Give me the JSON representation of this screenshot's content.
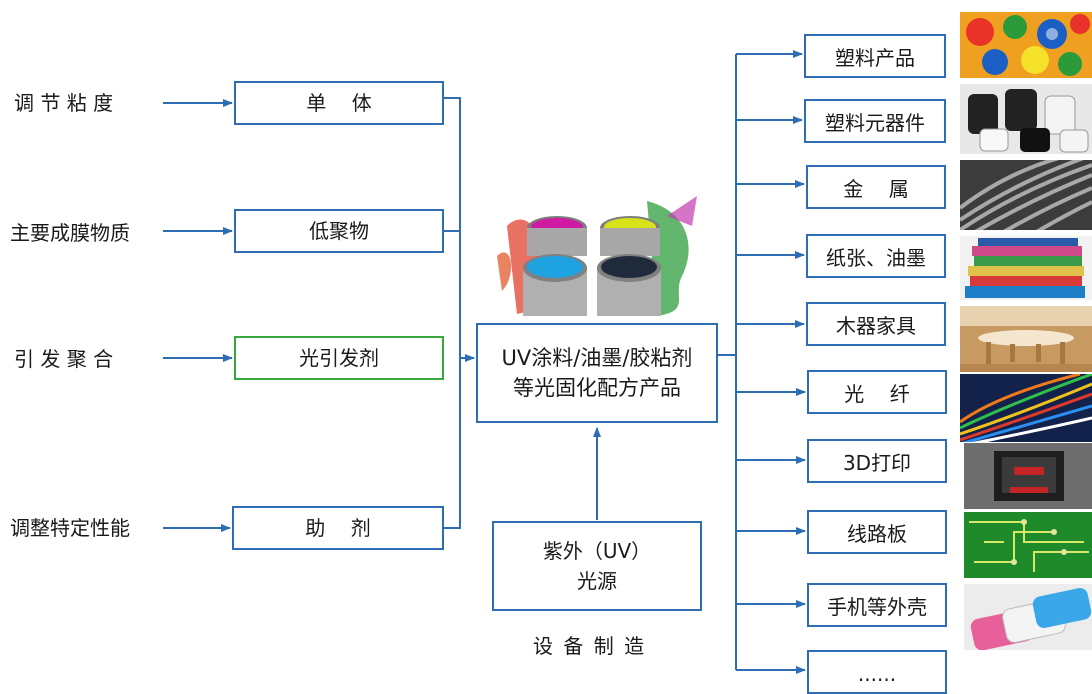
{
  "inputs": [
    {
      "label": "调 节 粘 度",
      "component": "单    体"
    },
    {
      "label": "主要成膜物质",
      "component": "低聚物"
    },
    {
      "label": "引 发 聚 合",
      "component": "光引发剂"
    },
    {
      "label": "调整特定性能",
      "component": "助    剂"
    }
  ],
  "center": {
    "line1": "UV涂料/油墨/胶粘剂",
    "line2": "等光固化配方产品"
  },
  "light_source": {
    "line1": "紫外（UV）",
    "line2": "光源"
  },
  "equipment_label": "设 备 制 造",
  "products": [
    {
      "label": "塑料产品",
      "icon": "plastic-parts-image"
    },
    {
      "label": "塑料元器件",
      "icon": "cable-gland-image"
    },
    {
      "label": "金    属",
      "icon": "metal-cable-image"
    },
    {
      "label": "纸张、油墨",
      "icon": "books-image"
    },
    {
      "label": "木器家具",
      "icon": "furniture-image"
    },
    {
      "label": "光    纤",
      "icon": "optical-fiber-image"
    },
    {
      "label": "3D打印",
      "icon": "3d-printer-image"
    },
    {
      "label": "线路板",
      "icon": "circuit-board-image"
    },
    {
      "label": "手机等外壳",
      "icon": "phone-case-image"
    },
    {
      "label": "......",
      "icon": ""
    }
  ],
  "colors": {
    "line": "#2e6db4",
    "highlight": "#3aa640"
  }
}
